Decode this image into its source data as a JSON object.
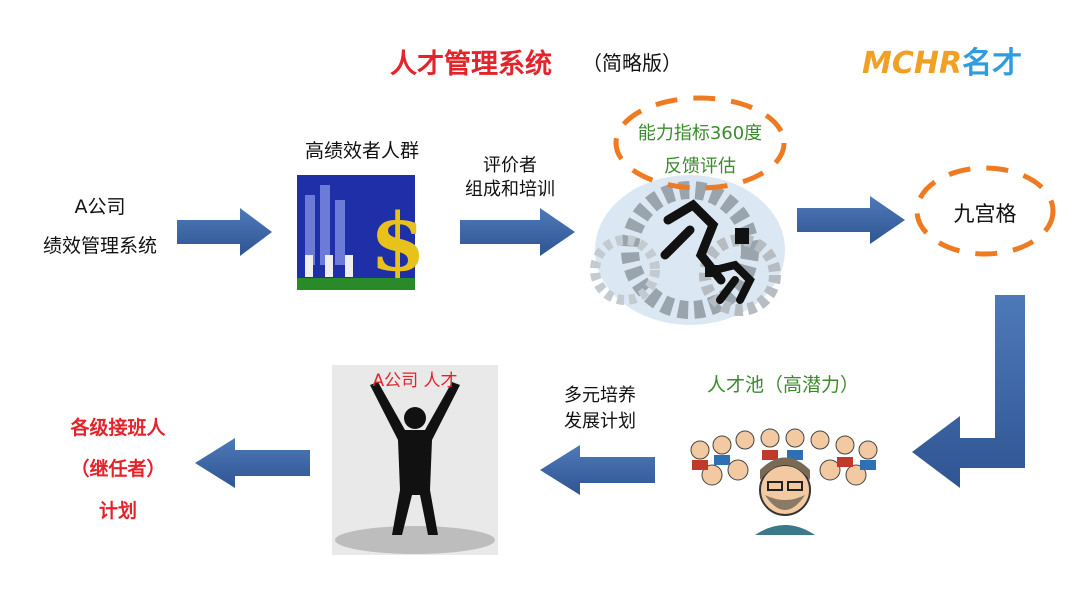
{
  "title": {
    "main": "人才管理系统",
    "sub": "（简略版）"
  },
  "logo": {
    "latin": "MCHR",
    "cjk": "名才"
  },
  "nodes": {
    "a_company": [
      "A公司",
      "绩效管理系统"
    ],
    "high_performers": "高绩效者人群",
    "evaluators": [
      "评价者",
      "组成和培训"
    ],
    "assessment": [
      "能力指标360度",
      "反馈评估"
    ],
    "nine_box": "九宫格",
    "talent_pool": "人才池（高潜力）",
    "development": [
      "多元培养",
      "发展计划"
    ],
    "company_talent": "A公司 人才",
    "succession": [
      "各级接班人",
      "（继任者）",
      "计划"
    ]
  },
  "colors": {
    "title_red": "#e4232a",
    "green": "#3c8a2e",
    "orange": "#ee7a22",
    "arrow_blue": "#3d68a8",
    "logo_blue": "#2f9be0"
  }
}
